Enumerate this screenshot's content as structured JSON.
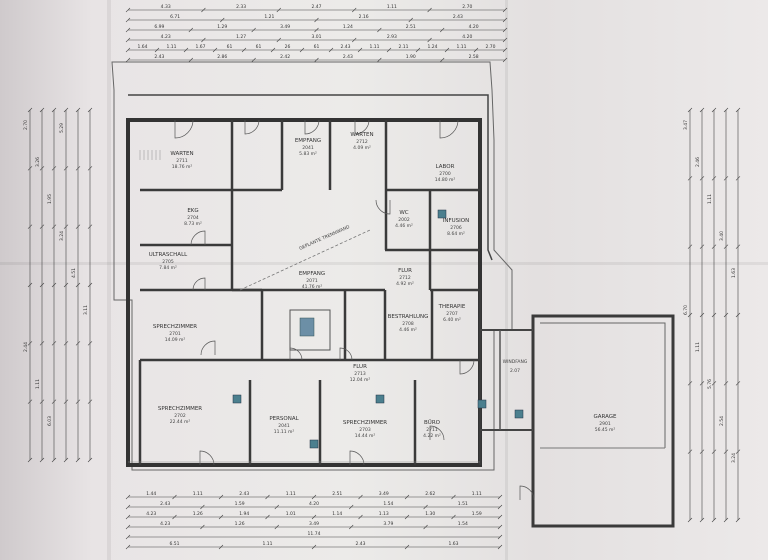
{
  "rooms": [
    {
      "id": "warten1",
      "name": "WARTEN",
      "num": "2711",
      "area": "18.76 m²"
    },
    {
      "id": "empfang_top",
      "name": "EMPFANG",
      "num": "2041",
      "area": "5.83 m²"
    },
    {
      "id": "warten2",
      "name": "WARTEN",
      "num": "2712",
      "area": "4.09 m²"
    },
    {
      "id": "labor",
      "name": "LABOR",
      "num": "2700",
      "area": "14.80 m²"
    },
    {
      "id": "ekg",
      "name": "EKG",
      "num": "2704",
      "area": "8.73 m²"
    },
    {
      "id": "wc",
      "name": "WC",
      "num": "2002",
      "area": "4.46 m²"
    },
    {
      "id": "infusion",
      "name": "INFUSION",
      "num": "2706",
      "area": "8.64 m²"
    },
    {
      "id": "ultraschall",
      "name": "ULTRASCHALL",
      "num": "2705",
      "area": "7.84 m²"
    },
    {
      "id": "empfang",
      "name": "EMPFANG",
      "num": "2071",
      "area": "41.76 m²"
    },
    {
      "id": "flur1",
      "name": "FLUR",
      "num": "2712",
      "area": "4.92 m²"
    },
    {
      "id": "therapie",
      "name": "THERAPIE",
      "num": "2707",
      "area": "6.40 m²"
    },
    {
      "id": "sprech1",
      "name": "SPRECHZIMMER",
      "num": "2701",
      "area": "14.09 m²"
    },
    {
      "id": "bestrahlung",
      "name": "BESTRAHLUNG",
      "num": "2708",
      "area": "4.46 m²"
    },
    {
      "id": "flur2",
      "name": "FLUR",
      "num": "2713",
      "area": "12.04 m²"
    },
    {
      "id": "sprech2",
      "name": "SPRECHZIMMER",
      "num": "2702",
      "area": "22.44 m²"
    },
    {
      "id": "personal",
      "name": "PERSONAL",
      "num": "2041",
      "area": "11.11 m²"
    },
    {
      "id": "sprech3",
      "name": "SPRECHZIMMER",
      "num": "2703",
      "area": "14.44 m²"
    },
    {
      "id": "buro",
      "name": "BÜRO",
      "num": "2711",
      "area": "4.22 m²"
    },
    {
      "id": "garage",
      "name": "GARAGE",
      "num": "2901",
      "area": "56.45 m²"
    }
  ],
  "labels": {
    "diagonal": "GEPLANTE TRENNWAND",
    "annex": "WINDFANG",
    "annex_area": "2.07"
  },
  "dims_top": [
    [
      "4.33",
      "2.33",
      "2.47",
      "1.11",
      "2.70"
    ],
    [
      "6.71",
      "1.21",
      "2.16",
      "2.43"
    ],
    [
      "6.99",
      "1.29",
      "3.49",
      "1.24",
      "2.51",
      "4.20"
    ],
    [
      "4.23",
      "1.27",
      "3.01",
      "2.93",
      "4.20"
    ],
    [
      "1.64",
      "1.11",
      "1.67",
      "61",
      "61",
      "26",
      "61",
      "2.43",
      "1.11",
      "2.11",
      "1.24",
      "1.11",
      "2.70"
    ],
    [
      "2.43",
      "2.86",
      "2.42",
      "2.43",
      "1.90",
      "2.58"
    ]
  ],
  "dims_bottom": [
    [
      "1.44",
      "1.11",
      "2.43",
      "1.11",
      "2.51",
      "3.49",
      "2.62",
      "1.11"
    ],
    [
      "2.43",
      "1.59",
      "4.20",
      "1.54",
      "1.51"
    ],
    [
      "4.23",
      "1.26",
      "1.94",
      "1.01",
      "1.14",
      "1.13",
      "1.30",
      "1.59"
    ],
    [
      "4.23",
      "1.26",
      "3.49",
      "3.79",
      "1.54"
    ],
    [
      "11.74"
    ],
    [
      "6.51",
      "1.11",
      "2.43",
      "1.63"
    ]
  ],
  "dims_left": [
    "2.70",
    "3.26",
    "1.95",
    "3.24",
    "4.51",
    "3.11",
    "2.44",
    "1.11",
    "6.03",
    "5.29"
  ],
  "dims_right": [
    "3.47",
    "2.46",
    "1.11",
    "3.40",
    "1.63",
    "6.70",
    "1.11",
    "5.76",
    "2.54",
    "3.24"
  ]
}
